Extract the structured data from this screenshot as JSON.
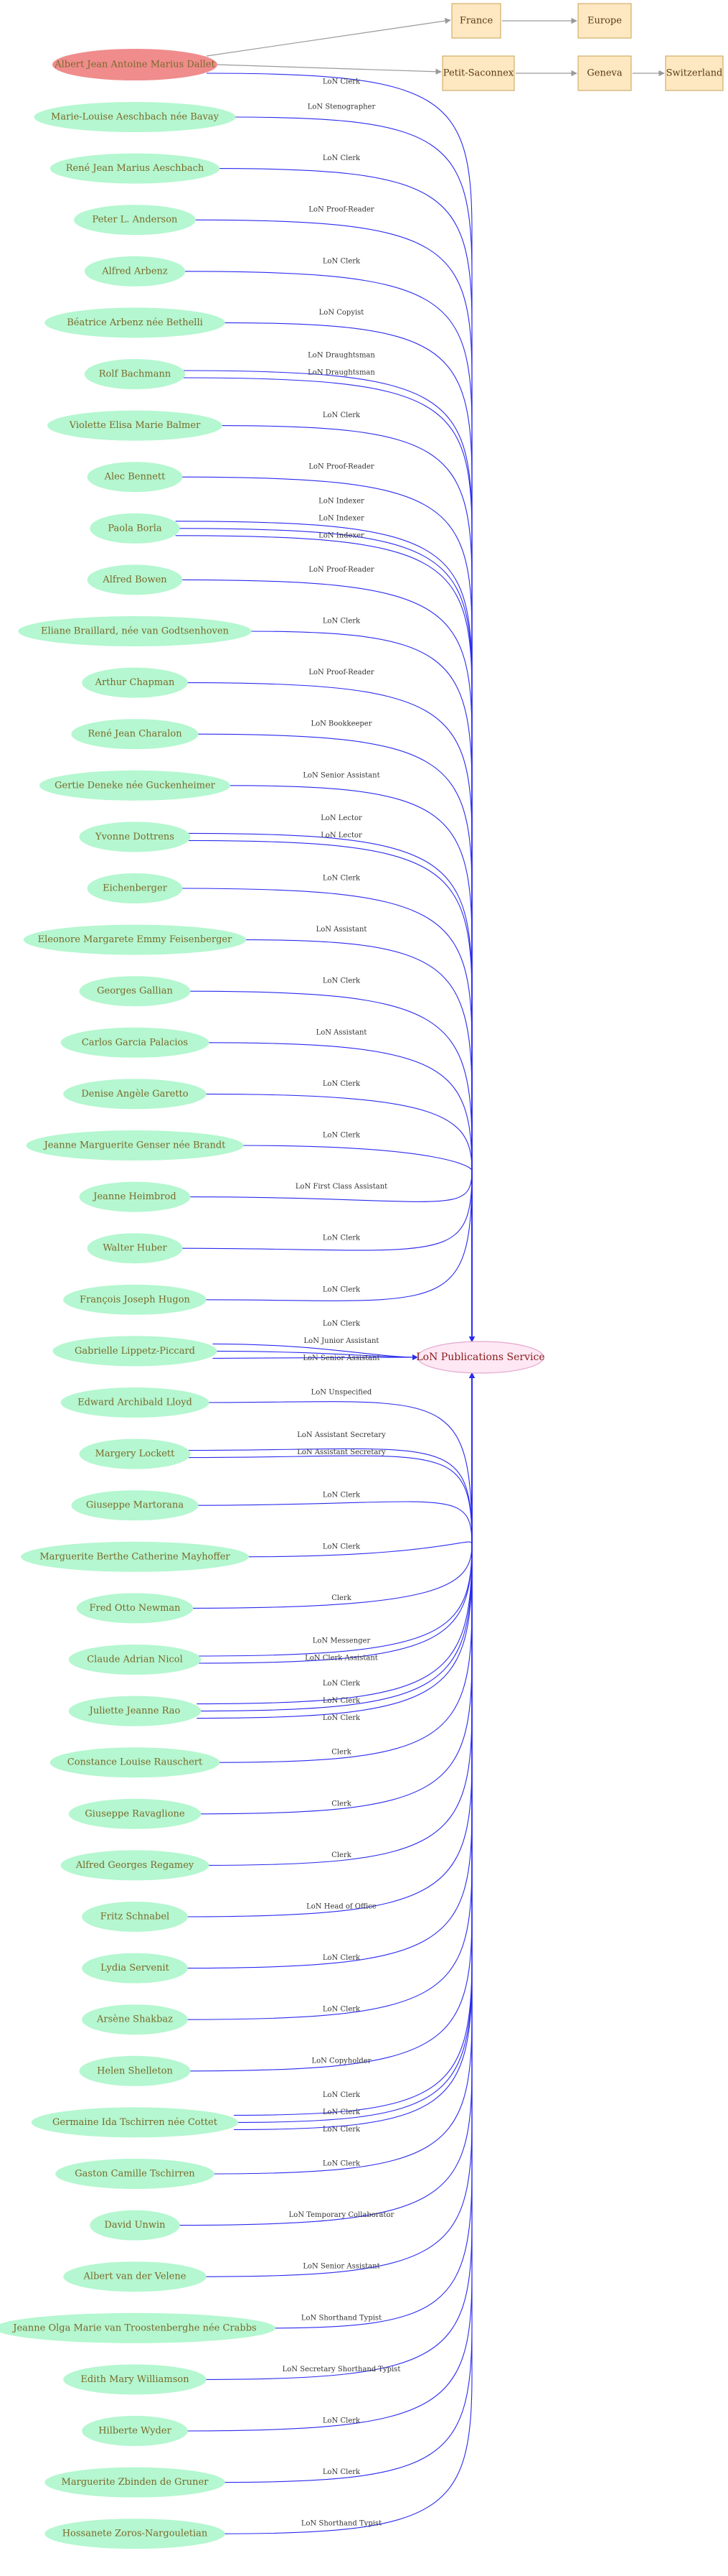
{
  "colors": {
    "person_fill": "#b4f7d0",
    "start_fill": "#f08c8c",
    "hub_fill": "#fde8f4",
    "hub_stroke": "#e4a7cf",
    "place_fill": "#fde8c2",
    "place_stroke": "#c8a050",
    "edge_blue": "#2a2af0",
    "edge_gray": "#9a9a9a"
  },
  "hub": {
    "label": "LoN Publications Service"
  },
  "start": {
    "label": "Albert Jean Antoine Marius Dallet"
  },
  "places": [
    {
      "id": "france",
      "label": "France"
    },
    {
      "id": "europe",
      "label": "Europe"
    },
    {
      "id": "petit_saconnex",
      "label": "Petit-Saconnex"
    },
    {
      "id": "geneva",
      "label": "Geneva"
    },
    {
      "id": "switzerland",
      "label": "Switzerland"
    }
  ],
  "start_edge_label": "LoN Clerk",
  "people": [
    {
      "label": "Marie-Louise Aeschbach née Bavay",
      "edges": [
        "LoN Stenographer"
      ]
    },
    {
      "label": "René Jean Marius Aeschbach",
      "edges": [
        "LoN Clerk"
      ]
    },
    {
      "label": "Peter L. Anderson",
      "edges": [
        "LoN Proof-Reader"
      ]
    },
    {
      "label": "Alfred Arbenz",
      "edges": [
        "LoN Clerk"
      ]
    },
    {
      "label": "Béatrice Arbenz née Bethelli",
      "edges": [
        "LoN Copyist"
      ]
    },
    {
      "label": "Rolf Bachmann",
      "edges": [
        "LoN Draughtsman",
        "LoN Draughtsman"
      ]
    },
    {
      "label": "Violette Elisa Marie Balmer",
      "edges": [
        "LoN Clerk"
      ]
    },
    {
      "label": "Alec Bennett",
      "edges": [
        "LoN Proof-Reader"
      ]
    },
    {
      "label": "Paola Borla",
      "edges": [
        "LoN Indexer",
        "LoN Indexer",
        "LoN Indexer"
      ]
    },
    {
      "label": "Alfred Bowen",
      "edges": [
        "LoN Proof-Reader"
      ]
    },
    {
      "label": "Eliane Braillard, née van Godtsenhoven",
      "edges": [
        "LoN Clerk"
      ]
    },
    {
      "label": "Arthur Chapman",
      "edges": [
        "LoN Proof-Reader"
      ]
    },
    {
      "label": "René Jean Charalon",
      "edges": [
        "LoN Bookkeeper"
      ]
    },
    {
      "label": "Gertie Deneke née Guckenheimer",
      "edges": [
        "LoN Senior Assistant"
      ]
    },
    {
      "label": "Yvonne Dottrens",
      "edges": [
        "LoN Lector",
        "LoN Lector"
      ]
    },
    {
      "label": "Eichenberger",
      "edges": [
        "LoN Clerk"
      ]
    },
    {
      "label": "Eleonore Margarete Emmy Feisenberger",
      "edges": [
        "LoN Assistant"
      ]
    },
    {
      "label": "Georges Gallian",
      "edges": [
        "LoN Clerk"
      ]
    },
    {
      "label": "Carlos Garcia Palacios",
      "edges": [
        "LoN Assistant"
      ]
    },
    {
      "label": "Denise Angèle Garetto",
      "edges": [
        "LoN Clerk"
      ]
    },
    {
      "label": "Jeanne Marguerite Genser née Brandt",
      "edges": [
        "LoN Clerk"
      ]
    },
    {
      "label": "Jeanne Heimbrod",
      "edges": [
        "LoN First Class Assistant"
      ]
    },
    {
      "label": "Walter Huber",
      "edges": [
        "LoN Clerk"
      ]
    },
    {
      "label": "François Joseph Hugon",
      "edges": [
        "LoN Clerk"
      ]
    },
    {
      "label": "Gabrielle Lippetz-Piccard",
      "edges": [
        "LoN Clerk",
        "LoN Junior Assistant",
        "LoN Senior Assistant"
      ]
    },
    {
      "label": "Edward Archibald Lloyd",
      "edges": [
        "LoN Unspecified"
      ]
    },
    {
      "label": "Margery Lockett",
      "edges": [
        "LoN Assistant Secretary",
        "LoN Assistant Secretary"
      ]
    },
    {
      "label": "Giuseppe Martorana",
      "edges": [
        "LoN Clerk"
      ]
    },
    {
      "label": "Marguerite Berthe Catherine Mayhoffer",
      "edges": [
        "LoN Clerk"
      ]
    },
    {
      "label": "Fred Otto Newman",
      "edges": [
        "Clerk"
      ]
    },
    {
      "label": "Claude Adrian Nicol",
      "edges": [
        "LoN Messenger",
        "LoN Clerk Assistant"
      ]
    },
    {
      "label": "Juliette Jeanne Rao",
      "edges": [
        "LoN Clerk",
        "LoN Clerk",
        "LoN Clerk"
      ]
    },
    {
      "label": "Constance Louise Rauschert",
      "edges": [
        "Clerk"
      ]
    },
    {
      "label": "Giuseppe Ravaglione",
      "edges": [
        "Clerk"
      ]
    },
    {
      "label": "Alfred Georges Regamey",
      "edges": [
        "Clerk"
      ]
    },
    {
      "label": "Fritz Schnabel",
      "edges": [
        "LoN Head of Office"
      ]
    },
    {
      "label": "Lydia Servenit",
      "edges": [
        "LoN Clerk"
      ]
    },
    {
      "label": "Arsène Shakbaz",
      "edges": [
        "LoN Clerk"
      ]
    },
    {
      "label": "Helen Shelleton",
      "edges": [
        "LoN Copyholder"
      ]
    },
    {
      "label": "Germaine Ida Tschirren née Cottet",
      "edges": [
        "LoN Clerk",
        "LoN Clerk",
        "LoN Clerk"
      ]
    },
    {
      "label": "Gaston Camille Tschirren",
      "edges": [
        "LoN Clerk"
      ]
    },
    {
      "label": "David Unwin",
      "edges": [
        "LoN Temporary Collaborator"
      ]
    },
    {
      "label": "Albert van der Velene",
      "edges": [
        "LoN Senior Assistant"
      ]
    },
    {
      "label": "Jeanne Olga Marie van Troostenberghe née Crabbs",
      "edges": [
        "LoN Shorthand Typist"
      ]
    },
    {
      "label": "Edith Mary Williamson",
      "edges": [
        "LoN Secretary Shorthand-Typist"
      ]
    },
    {
      "label": "Hilberte Wyder",
      "edges": [
        "LoN Clerk"
      ]
    },
    {
      "label": "Marguerite Zbinden de Gruner",
      "edges": [
        "LoN Clerk"
      ]
    },
    {
      "label": "Hossanete Zoros-Nargouletian",
      "edges": [
        "LoN Shorthand Typist"
      ]
    }
  ]
}
